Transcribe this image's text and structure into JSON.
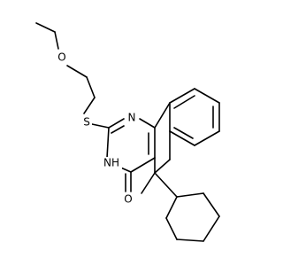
{
  "molecule": {
    "atom_labels": {
      "ether_oxygen": "O",
      "sulfur": "S",
      "ring_nitrogen": "N",
      "nh_group": "NH",
      "carbonyl_oxygen": "O",
      "methyl": "Methyl"
    }
  }
}
